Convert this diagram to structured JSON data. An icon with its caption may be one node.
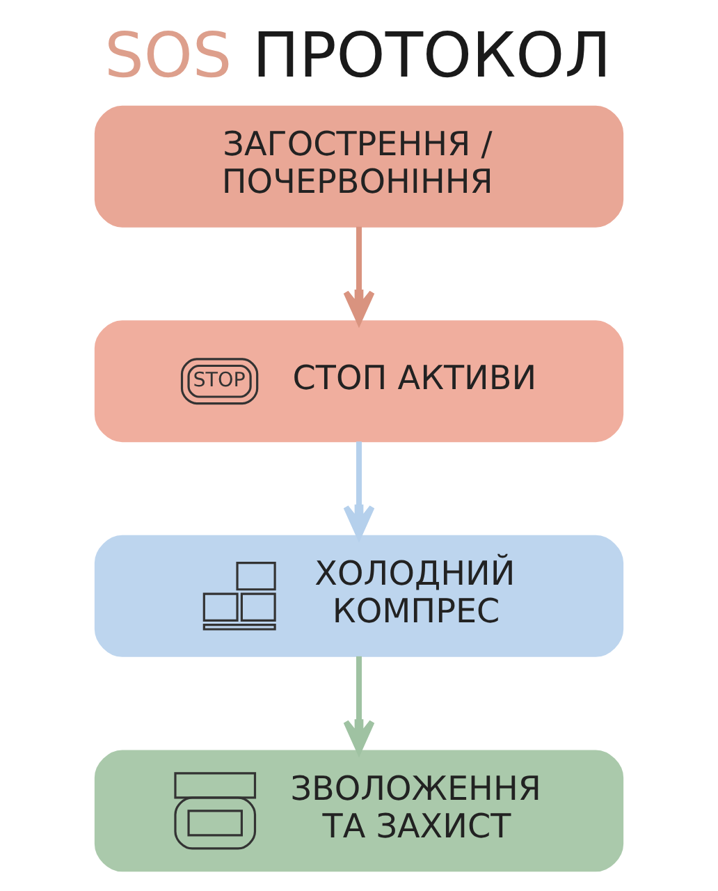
{
  "diagram": {
    "title": "SOS ПРОТОКОЛ",
    "nodes": [
      {
        "text": [
          "ЗАГОСТРЕННЯ / ПОЧЕРВОНІННЯ"
        ]
      },
      {
        "text": [
          "STOP",
          "СТОП АКТИВИ"
        ]
      },
      {
        "text": [
          "ХОЛОДНИЙ КОМПРЕС"
        ]
      },
      {
        "text": [
          "ЗВОЛОЖЕННЯ ТА ЗАХИСТ"
        ]
      }
    ],
    "edges": [
      {
        "from": 0,
        "to": 1,
        "arrow": "to",
        "color": "#d9937f"
      },
      {
        "from": 1,
        "to": 2,
        "arrow": "to",
        "color": "#b5d0ec"
      },
      {
        "from": 2,
        "to": 3,
        "arrow": "to",
        "color": "#9fc2a2"
      }
    ]
  }
}
